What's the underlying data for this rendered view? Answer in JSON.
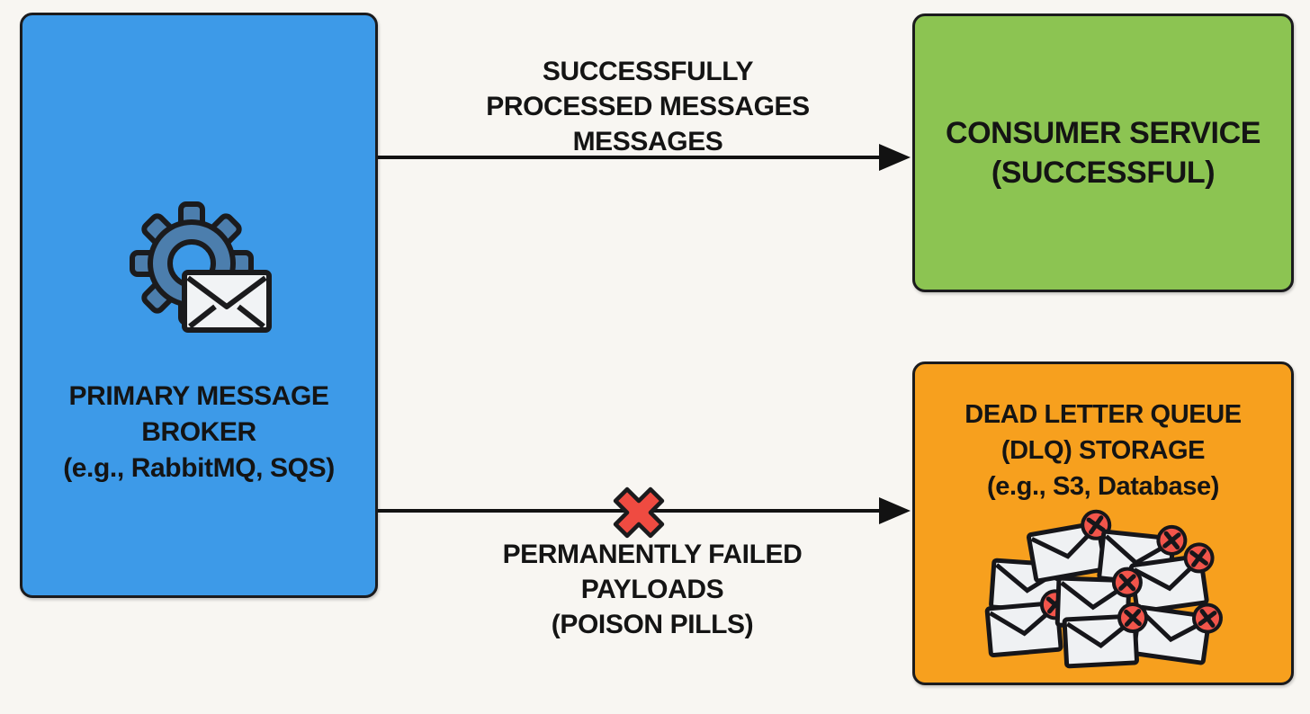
{
  "background_color": "#F8F6F2",
  "text_color": "#141414",
  "nodes": {
    "broker": {
      "lines": [
        "PRIMARY MESSAGE",
        "BROKER",
        "(e.g., RabbitMQ, SQS)"
      ],
      "color": "#3D9AE8",
      "icon": "gear-envelope-icon"
    },
    "consumer": {
      "lines": [
        "CONSUMER SERVICE",
        "(SUCCESSFUL)"
      ],
      "color": "#8CC452"
    },
    "dlq": {
      "lines": [
        "DEAD LETTER QUEUE",
        "(DLQ) STORAGE",
        "(e.g., S3, Database)"
      ],
      "color": "#F7A01E",
      "icon": "failed-envelopes-icon"
    }
  },
  "edges": {
    "success": {
      "from": "broker",
      "to": "consumer",
      "label_lines": [
        "SUCCESSFULLY",
        "PROCESSED MESSAGES",
        "MESSAGES"
      ],
      "color": "#121212"
    },
    "failure": {
      "from": "broker",
      "to": "dlq",
      "label_lines": [
        "PERMANENTLY FAILED",
        "PAYLOADS",
        "(POISON PILLS)"
      ],
      "marker": "red-x-icon",
      "marker_color": "#EF4B41",
      "color": "#121212"
    }
  }
}
